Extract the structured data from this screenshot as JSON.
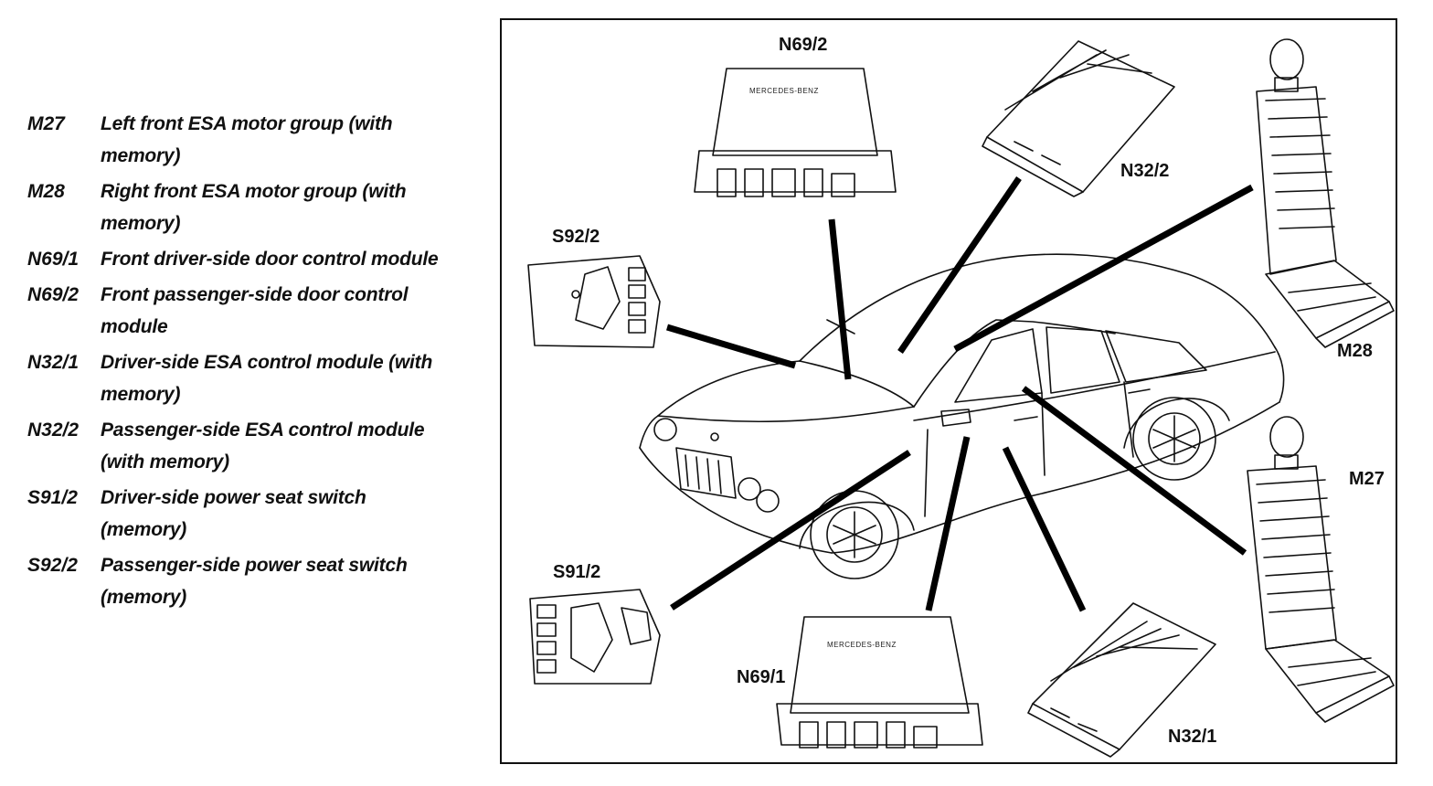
{
  "legend": [
    {
      "code": "M27",
      "desc": "Left front ESA motor group (with memory)"
    },
    {
      "code": "M28",
      "desc": "Right front ESA motor group (with memory)"
    },
    {
      "code": "N69/1",
      "desc": "Front driver-side door control module"
    },
    {
      "code": "N69/2",
      "desc": "Front passenger-side door control module"
    },
    {
      "code": "N32/1",
      "desc": "Driver-side ESA control module (with memory)"
    },
    {
      "code": "N32/2",
      "desc": "Passenger-side ESA control module (with memory)"
    },
    {
      "code": "S91/2",
      "desc": "Driver-side power seat switch (memory)"
    },
    {
      "code": "S92/2",
      "desc": "Passenger-side power seat switch (memory)"
    }
  ],
  "callouts": {
    "n69_2": "N69/2",
    "n32_2": "N32/2",
    "s92_2": "S92/2",
    "m28": "M28",
    "m27": "M27",
    "s91_2": "S91/2",
    "n69_1": "N69/1",
    "n32_1": "N32/1"
  },
  "ecu_brand_top": "MERCEDES-BENZ",
  "ecu_brand_bottom": "MERCEDES-BENZ"
}
